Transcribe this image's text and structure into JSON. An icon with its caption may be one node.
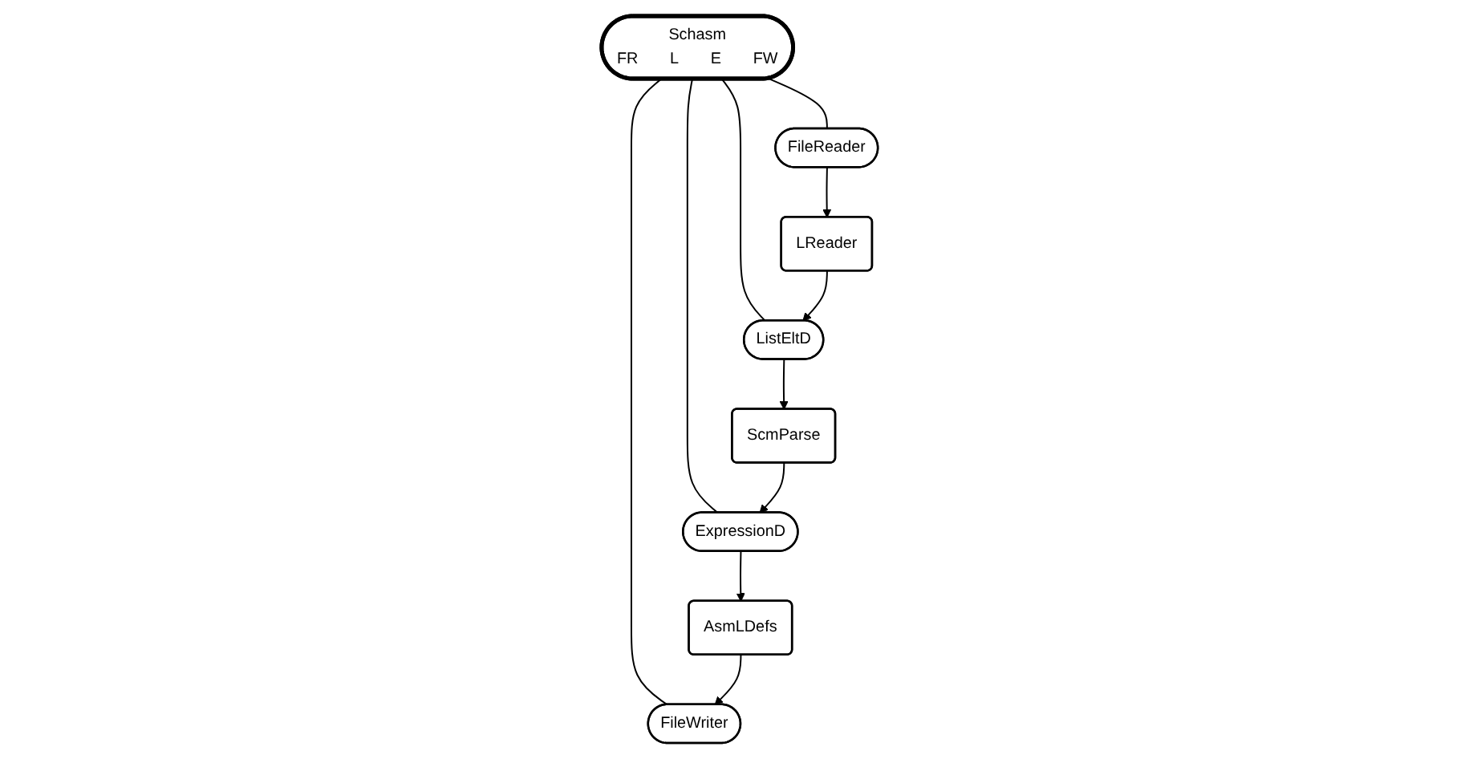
{
  "diagram": {
    "nodes": [
      {
        "text": [
          "Schasm",
          "FR",
          "L",
          "E",
          "FW"
        ]
      },
      {
        "text": [
          "FileReader"
        ]
      },
      {
        "text": [
          "ListEltD"
        ]
      },
      {
        "text": [
          "ExpressionD"
        ]
      },
      {
        "text": [
          "FileWriter"
        ]
      },
      {
        "text": [
          "LReader"
        ]
      },
      {
        "text": [
          "ScmParse"
        ]
      },
      {
        "text": [
          "AsmLDefs"
        ]
      }
    ],
    "edges": [
      {
        "from": 0,
        "to": 1,
        "arrow": "none"
      },
      {
        "from": 0,
        "to": 2,
        "arrow": "none"
      },
      {
        "from": 0,
        "to": 3,
        "arrow": "none"
      },
      {
        "from": 0,
        "to": 4,
        "arrow": "none"
      },
      {
        "from": 1,
        "to": 5,
        "arrow": "to"
      },
      {
        "from": 5,
        "to": 2,
        "arrow": "to"
      },
      {
        "from": 2,
        "to": 6,
        "arrow": "to"
      },
      {
        "from": 6,
        "to": 3,
        "arrow": "to"
      },
      {
        "from": 3,
        "to": 7,
        "arrow": "to"
      },
      {
        "from": 7,
        "to": 4,
        "arrow": "to"
      }
    ]
  }
}
